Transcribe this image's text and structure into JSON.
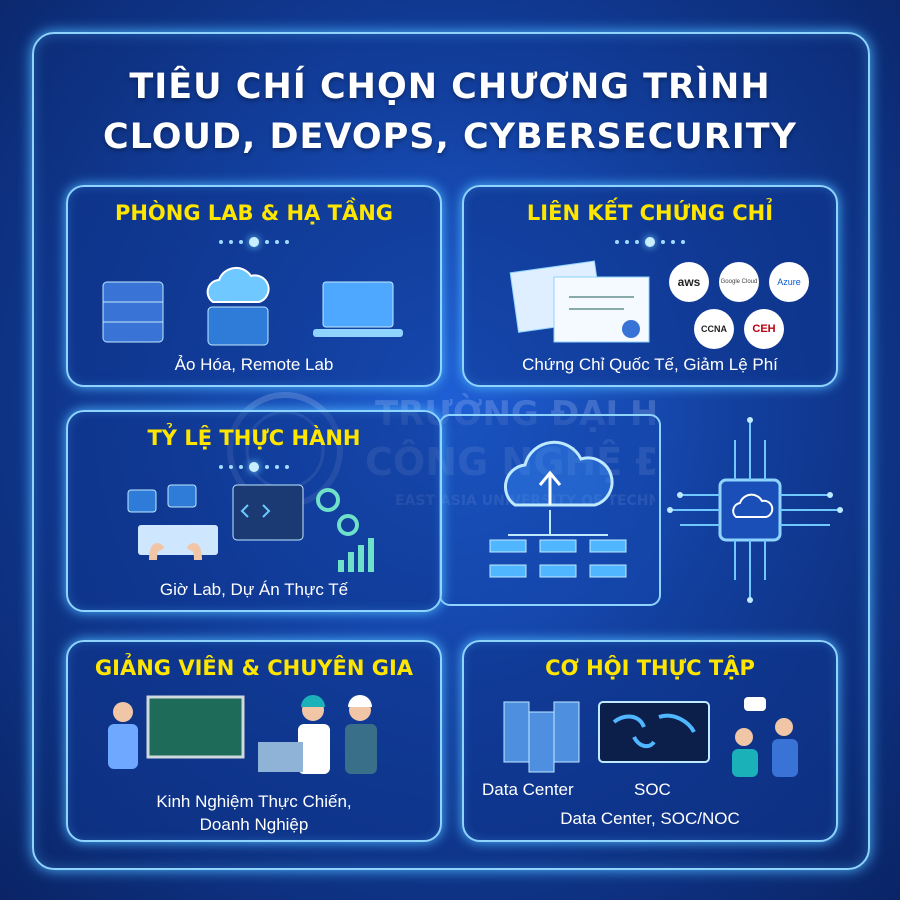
{
  "title": {
    "line1": "TIÊU CHÍ CHỌN CHƯƠNG TRÌNH",
    "line2": "CLOUD, DEVOPS, CYBERSECURITY"
  },
  "cards": {
    "lab": {
      "title": "PHÒNG LAB & HẠ TẦNG",
      "subtitle": "Ảo Hóa, Remote Lab"
    },
    "cert": {
      "title": "LIÊN KẾT CHỨNG CHỈ",
      "subtitle": "Chứng Chỉ Quốc Tế, Giảm Lệ Phí",
      "badges": [
        "aws",
        "Google Cloud",
        "Azure",
        "CCNA",
        "CEH"
      ]
    },
    "practice": {
      "title": "TỶ LỆ THỰC HÀNH",
      "subtitle": "Giờ Lab, Dự Án Thực Tế"
    },
    "lecturer": {
      "title": "GIẢNG VIÊN & CHUYÊN GIA",
      "subtitle_line1": "Kinh Nghiệm Thực Chiến,",
      "subtitle_line2": "Doanh Nghiệp"
    },
    "internship": {
      "title": "CƠ HỘI THỰC TẬP",
      "label_dc": "Data Center",
      "label_soc": "SOC",
      "subtitle": "Data Center, SOC/NOC"
    }
  },
  "watermark": {
    "line1": "TRƯỜNG ĐẠI HỌC",
    "line2": "CÔNG NGHỆ ĐÔNG Á",
    "line3": "EAST ASIA UNIVERSITY OF TECHNOLOGY"
  },
  "colors": {
    "accent": "#ffe600",
    "glow": "#8fd3ff",
    "bg": "#123f9e"
  },
  "icons": [
    "cloud-icon",
    "server-icon",
    "laptop-icon",
    "certificate-icon",
    "code-icon",
    "gear-icon",
    "chart-icon",
    "chip-icon",
    "world-map-icon",
    "chat-icon"
  ]
}
